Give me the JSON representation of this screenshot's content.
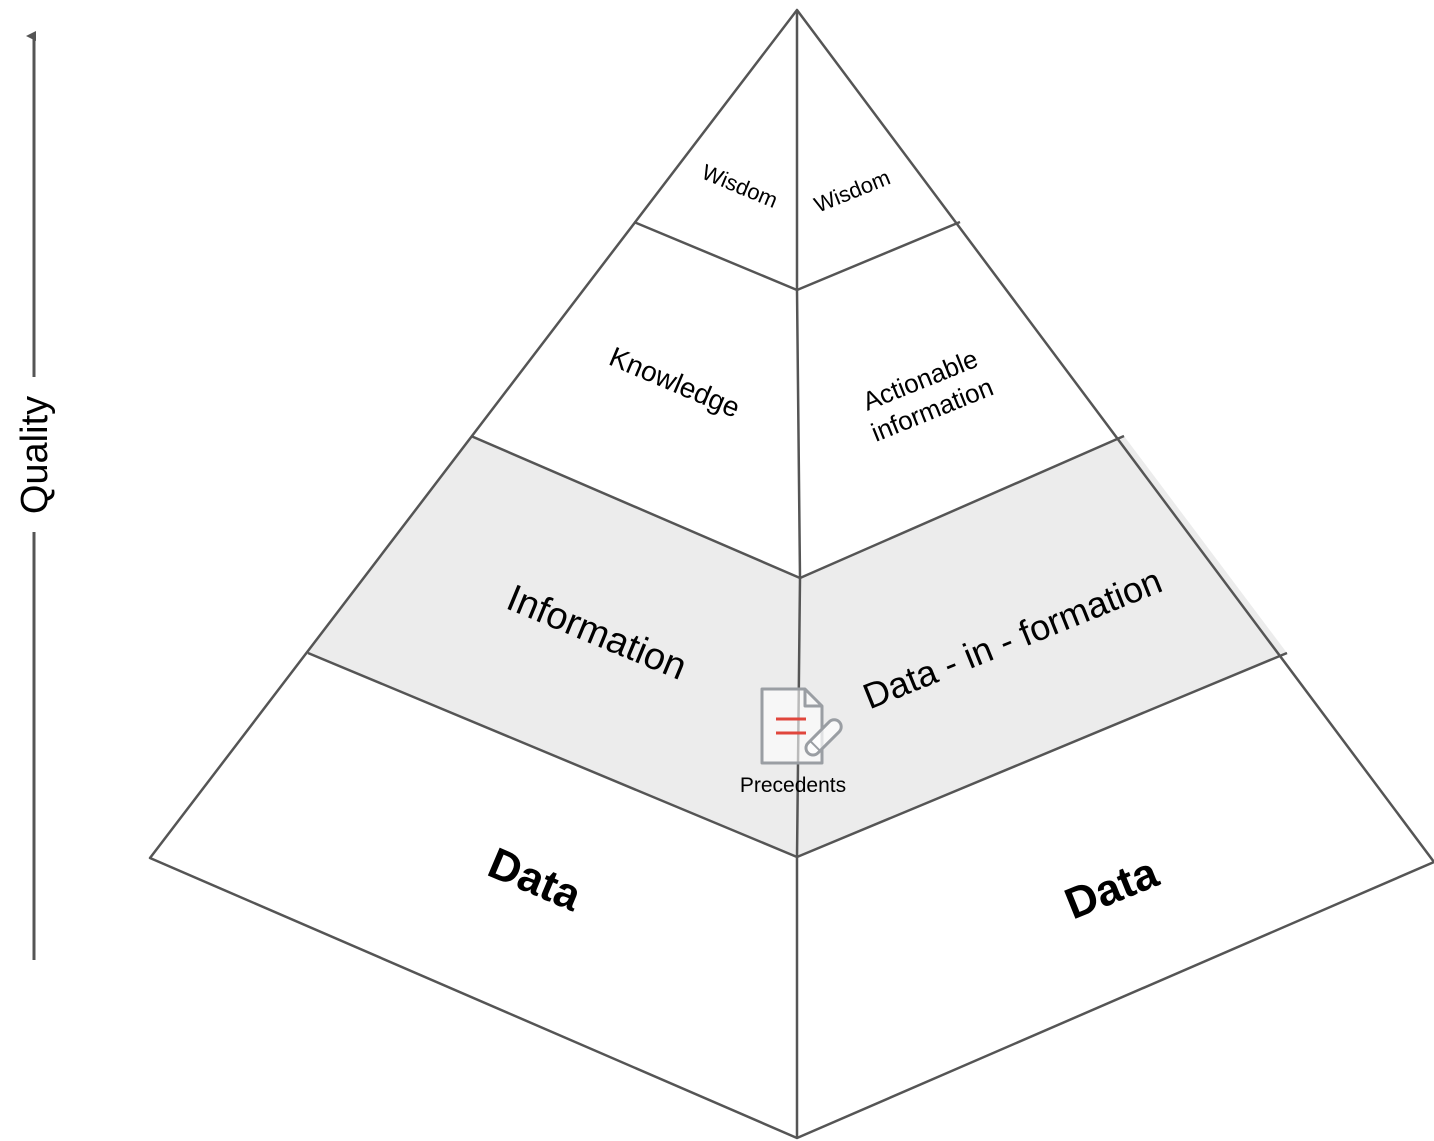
{
  "axis": {
    "label": "Quality"
  },
  "pyramid": {
    "left": {
      "tier1": "Wisdom",
      "tier2": "Knowledge",
      "tier3": "Information",
      "tier4": "Data"
    },
    "right": {
      "tier1": "Wisdom",
      "tier2_line1": "Actionable",
      "tier2_line2": "information",
      "tier3": "Data - in - formation",
      "tier4": "Data"
    }
  },
  "center_icon": {
    "name": "document-signing-icon",
    "label": "Precedents"
  },
  "colors": {
    "outline": "#555555",
    "highlight_band": "#ececec",
    "icon_stroke": "#9a9ea3",
    "icon_accent": "#e0463c"
  }
}
